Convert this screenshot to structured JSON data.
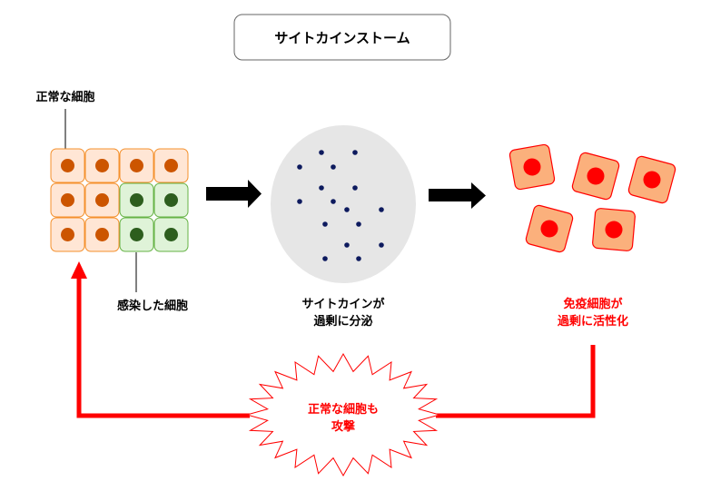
{
  "title": "サイトカインストーム",
  "labels": {
    "normal_cells": "正常な細胞",
    "infected_cells": "感染した細胞",
    "cytokine_line1": "サイトカインが",
    "cytokine_line2": "過剰に分泌",
    "immune_line1": "免疫細胞が",
    "immune_line2": "過剰に活性化",
    "attack_line1": "正常な細胞も",
    "attack_line2": "攻撃"
  },
  "cell_grid": {
    "rows": [
      [
        "normal",
        "normal",
        "normal",
        "normal"
      ],
      [
        "normal",
        "normal",
        "infected",
        "infected"
      ],
      [
        "normal",
        "normal",
        "infected",
        "infected"
      ]
    ]
  },
  "cytokine_count": 16,
  "immune_cell_count": 5,
  "colors": {
    "normal_fill": "#ffe6d5",
    "normal_stroke": "#f4902c",
    "normal_nucleus": "#cc5500",
    "infected_fill": "#dff3d8",
    "infected_stroke": "#66b346",
    "infected_nucleus": "#2d5e1e",
    "cytokine_bg": "#e6e6e6",
    "cytokine_dot": "#0d1a5e",
    "immune_fill": "#fbb07c",
    "immune_stroke": "#ff0000",
    "immune_nucleus": "#ff0000",
    "alert_red": "#ff0000",
    "arrow": "#000000"
  }
}
